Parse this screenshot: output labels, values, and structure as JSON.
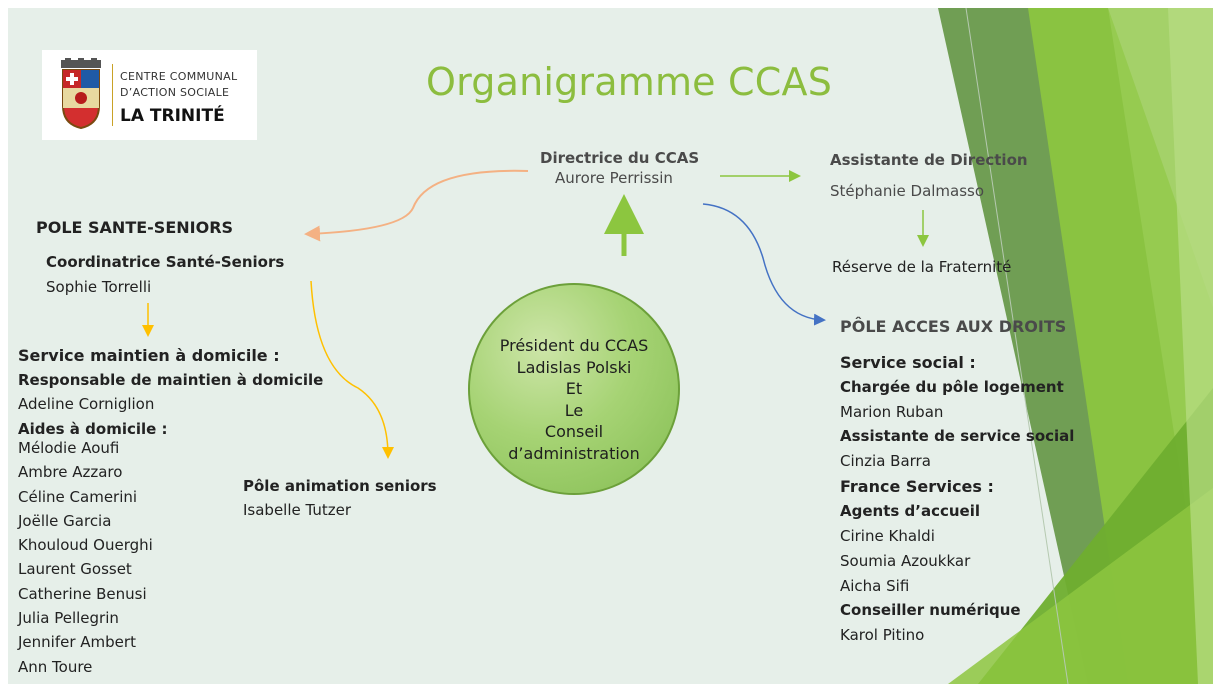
{
  "title": "Organigramme CCAS",
  "logo": {
    "line1": "CENTRE COMMUNAL",
    "line2": "D’ACTION SOCIALE",
    "name": "LA TRINITÉ"
  },
  "direction": {
    "director_title": "Directrice du CCAS",
    "director_name": "Aurore Perrissin",
    "assistant_title": "Assistante de Direction",
    "assistant_name": "Stéphanie Dalmasso",
    "reserve": "Réserve de la Fraternité"
  },
  "president": {
    "lines": [
      "Président du CCAS",
      "Ladislas Polski",
      "Et",
      "Le",
      "Conseil",
      "d’administration"
    ]
  },
  "pole_sante": {
    "title": "POLE SANTE-SENIORS",
    "coordinator_title": "Coordinatrice Santé-Seniors",
    "coordinator_name": "Sophie Torrelli",
    "service_title": "Service maintien à domicile :",
    "manager_title": "Responsable de maintien à domicile",
    "manager_name": "Adeline Corniglion",
    "aides_title": "Aides à domicile :",
    "aides": [
      "Mélodie Aoufi",
      "Ambre Azzaro",
      "Céline Camerini",
      "Joëlle Garcia",
      "Khouloud Ouerghi",
      "Laurent Gosset",
      "Catherine Benusi",
      "Julia Pellegrin",
      "Jennifer Ambert",
      "Ann Toure"
    ],
    "animation_title": "Pôle animation seniors",
    "animation_name": "Isabelle Tutzer"
  },
  "pole_droits": {
    "title": "PÔLE ACCES AUX DROITS",
    "service_social": "Service social :",
    "logement_title": "Chargée du pôle logement",
    "logement_name": "Marion Ruban",
    "assistante_title": "Assistante de service social",
    "assistante_name": "Cinzia Barra",
    "france_services": "France Services :",
    "agents_title": "Agents d’accueil",
    "agents": [
      "Cirine Khaldi",
      "Soumia Azoukkar",
      "Aicha Sifi"
    ],
    "numerique_title": "Conseiller numérique",
    "numerique_name": "Karol Pitino"
  },
  "colors": {
    "title": "#8cbd3f",
    "arrow_green": "#8cc63f",
    "arrow_orange": "#f4b183",
    "arrow_yellow": "#ffc000",
    "arrow_blue": "#4472c4"
  }
}
